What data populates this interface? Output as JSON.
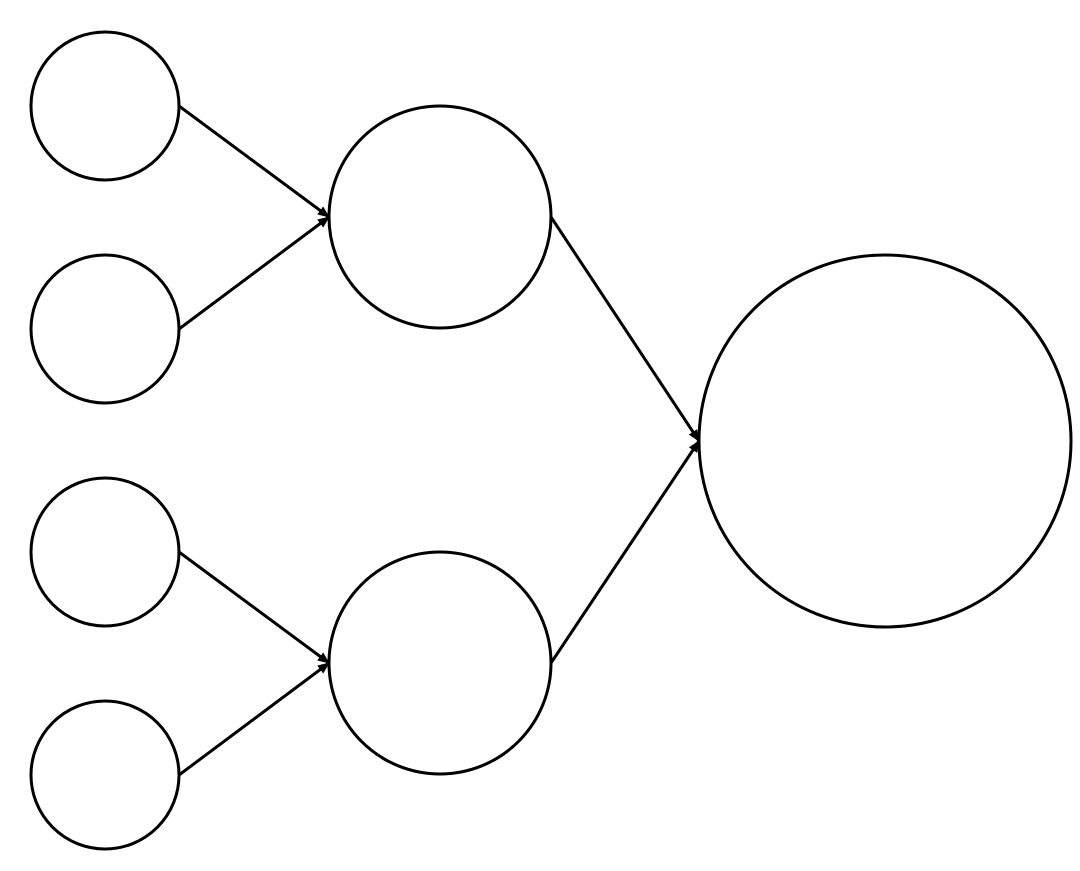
{
  "diagram": {
    "type": "tree",
    "line_color": "#000000",
    "fill_color": "#ffffff",
    "nodes": [
      {
        "id": "leaf-1",
        "level": 0,
        "label": ""
      },
      {
        "id": "leaf-2",
        "level": 0,
        "label": ""
      },
      {
        "id": "leaf-3",
        "level": 0,
        "label": ""
      },
      {
        "id": "leaf-4",
        "level": 0,
        "label": ""
      },
      {
        "id": "mid-1",
        "level": 1,
        "label": ""
      },
      {
        "id": "mid-2",
        "level": 1,
        "label": ""
      },
      {
        "id": "root",
        "level": 2,
        "label": ""
      }
    ],
    "edges": [
      {
        "from": "leaf-1",
        "to": "mid-1"
      },
      {
        "from": "leaf-2",
        "to": "mid-1"
      },
      {
        "from": "leaf-3",
        "to": "mid-2"
      },
      {
        "from": "leaf-4",
        "to": "mid-2"
      },
      {
        "from": "mid-1",
        "to": "root"
      },
      {
        "from": "mid-2",
        "to": "root"
      }
    ]
  }
}
